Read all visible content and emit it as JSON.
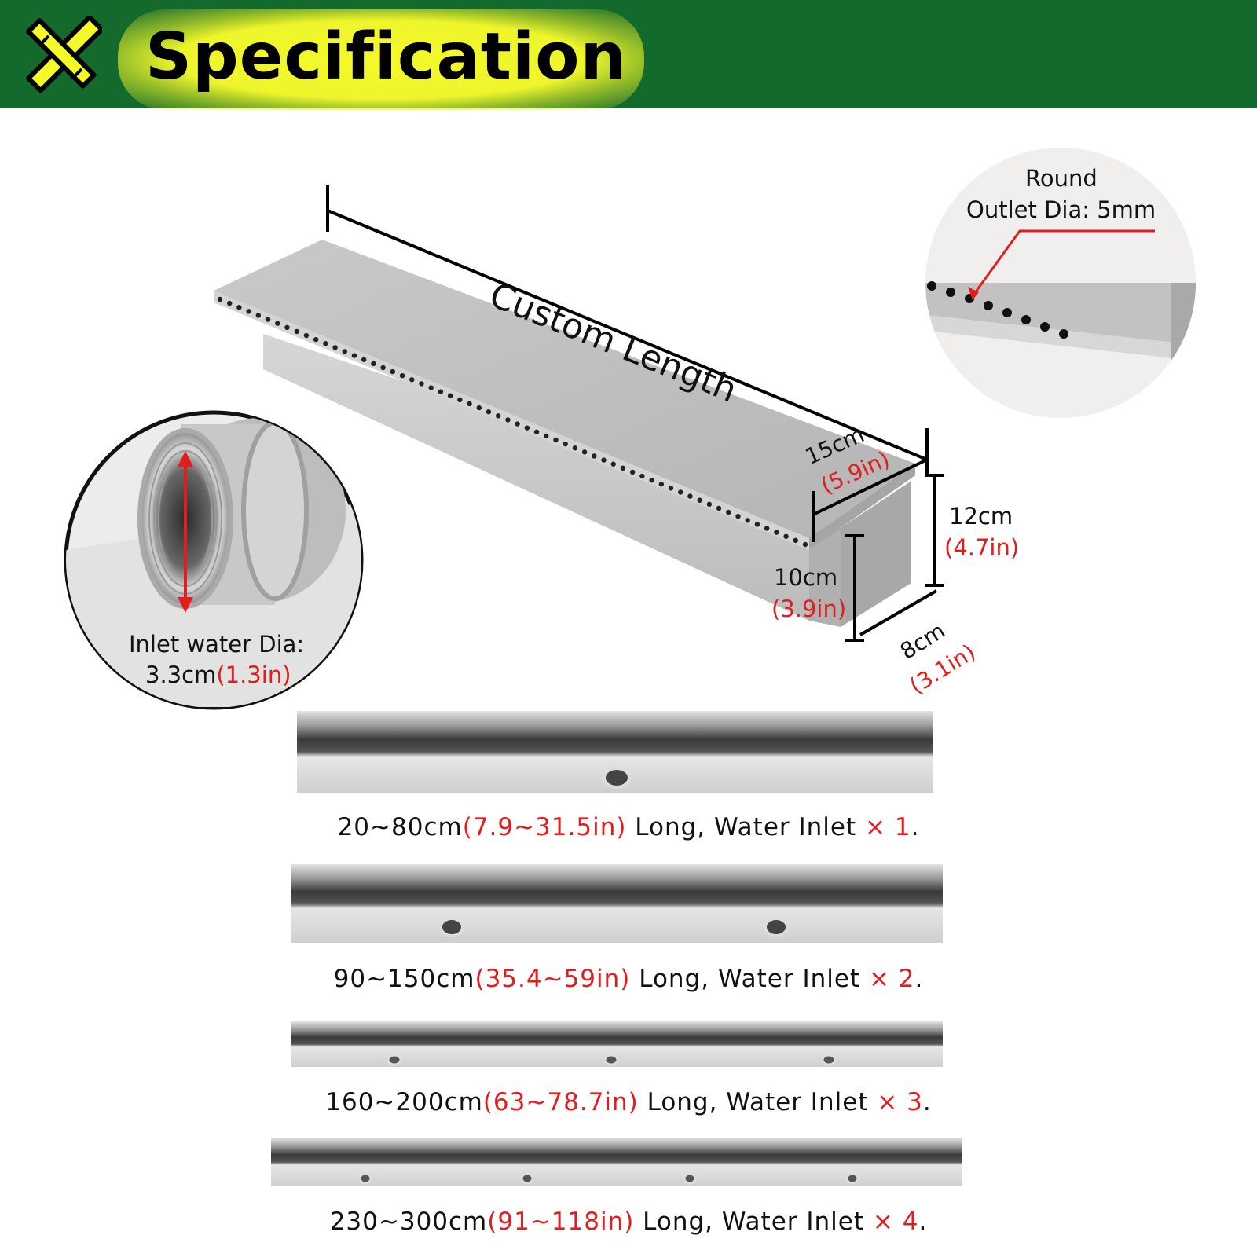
{
  "header": {
    "title": "Specification",
    "logo_icon": "ruler-pencil-icon",
    "background_color": "#146a2c",
    "highlight_color": "#f4f92a"
  },
  "dimensions": {
    "custom_length": "Custom Length",
    "width_cm": "15cm",
    "width_in": "(5.9in)",
    "height_cm": "12cm",
    "height_in": "(4.7in)",
    "inner_height_cm": "10cm",
    "inner_height_in": "(3.9in)",
    "depth_cm": "8cm",
    "depth_in": "(3.1in)"
  },
  "outlet_callout": {
    "line1": "Round",
    "line2": "Outlet Dia: 5mm"
  },
  "inlet_callout": {
    "line1": "Inlet water Dia:",
    "value_cm": "3.3cm",
    "value_in": "(1.3in)"
  },
  "variants": [
    {
      "length_cm": "20~80cm",
      "length_in": "(7.9~31.5in)",
      "long_text": " Long, Water Inlet ",
      "times": "× 1",
      "end": "."
    },
    {
      "length_cm": "90~150cm",
      "length_in": "(35.4~59in)",
      "long_text": " Long, Water Inlet ",
      "times": "× 2",
      "end": "."
    },
    {
      "length_cm": "160~200cm",
      "length_in": "(63~78.7in)",
      "long_text": " Long, Water Inlet ",
      "times": "× 3",
      "end": "."
    },
    {
      "length_cm": "230~300cm",
      "length_in": "(91~118in)",
      "long_text": " Long, Water Inlet ",
      "times": "× 4",
      "end": "."
    }
  ],
  "colors": {
    "accent_red": "#e31d1d",
    "steel": "#bdbdbd"
  }
}
